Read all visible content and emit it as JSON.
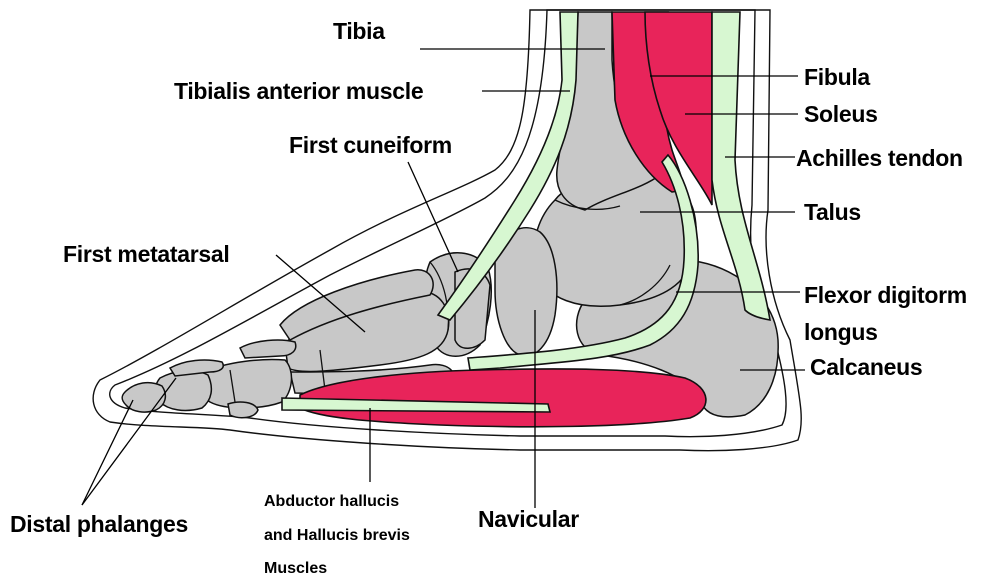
{
  "diagram": {
    "colors": {
      "bone": "#c8c8c8",
      "muscle": "#e8245a",
      "tendon": "#d7f7d1",
      "outline": "#111111"
    },
    "labels": {
      "tibia": "Tibia",
      "tibialis_anterior": "Tibialis anterior muscle",
      "first_cuneiform": "First cuneiform",
      "first_metatarsal": "First metatarsal",
      "distal_phalanges": "Distal phalanges",
      "abductor_line1": "Abductor hallucis",
      "abductor_line2": "and Hallucis brevis",
      "abductor_line3": "Muscles",
      "navicular": "Navicular",
      "fibula": "Fibula",
      "soleus": "Soleus",
      "achilles": "Achilles tendon",
      "talus": "Talus",
      "flexor_line1": "Flexor digitorm",
      "flexor_line2": "longus",
      "calcaneus": "Calcaneus"
    }
  }
}
